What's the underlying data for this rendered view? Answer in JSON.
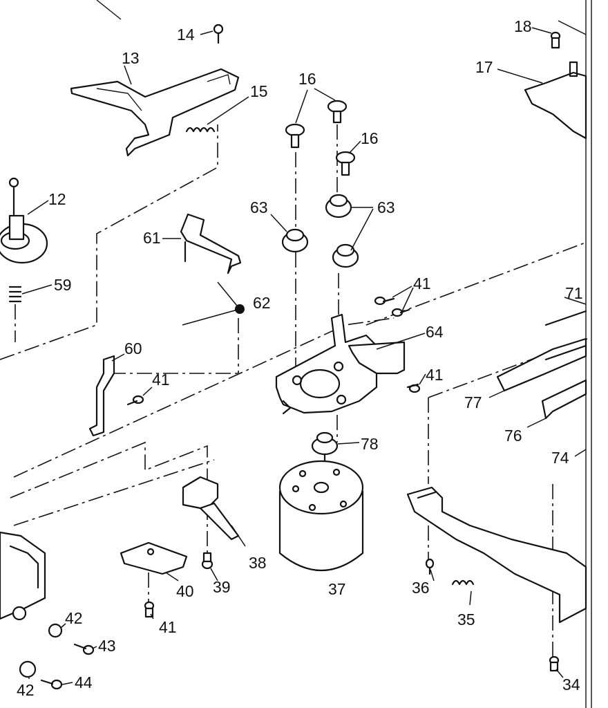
{
  "diagram": {
    "colors": {
      "ink": "#111111",
      "paper": "#ffffff"
    },
    "labels": [
      {
        "id": "14",
        "text": "14"
      },
      {
        "id": "13",
        "text": "13"
      },
      {
        "id": "15",
        "text": "15"
      },
      {
        "id": "16a",
        "text": "16"
      },
      {
        "id": "16b",
        "text": "16"
      },
      {
        "id": "18",
        "text": "18"
      },
      {
        "id": "17",
        "text": "17"
      },
      {
        "id": "12",
        "text": "12"
      },
      {
        "id": "63a",
        "text": "63"
      },
      {
        "id": "63b",
        "text": "63"
      },
      {
        "id": "61",
        "text": "61"
      },
      {
        "id": "59",
        "text": "59"
      },
      {
        "id": "41a",
        "text": "41"
      },
      {
        "id": "62",
        "text": "62"
      },
      {
        "id": "71",
        "text": "71"
      },
      {
        "id": "64",
        "text": "64"
      },
      {
        "id": "60",
        "text": "60"
      },
      {
        "id": "41b",
        "text": "41"
      },
      {
        "id": "41c",
        "text": "41"
      },
      {
        "id": "77",
        "text": "77"
      },
      {
        "id": "76",
        "text": "76"
      },
      {
        "id": "78",
        "text": "78"
      },
      {
        "id": "74",
        "text": "74"
      },
      {
        "id": "38",
        "text": "38"
      },
      {
        "id": "40",
        "text": "40"
      },
      {
        "id": "39",
        "text": "39"
      },
      {
        "id": "37",
        "text": "37"
      },
      {
        "id": "36",
        "text": "36"
      },
      {
        "id": "35",
        "text": "35"
      },
      {
        "id": "42a",
        "text": "42"
      },
      {
        "id": "41d",
        "text": "41"
      },
      {
        "id": "43",
        "text": "43"
      },
      {
        "id": "44",
        "text": "44"
      },
      {
        "id": "42b",
        "text": "42"
      },
      {
        "id": "34",
        "text": "34"
      }
    ]
  }
}
